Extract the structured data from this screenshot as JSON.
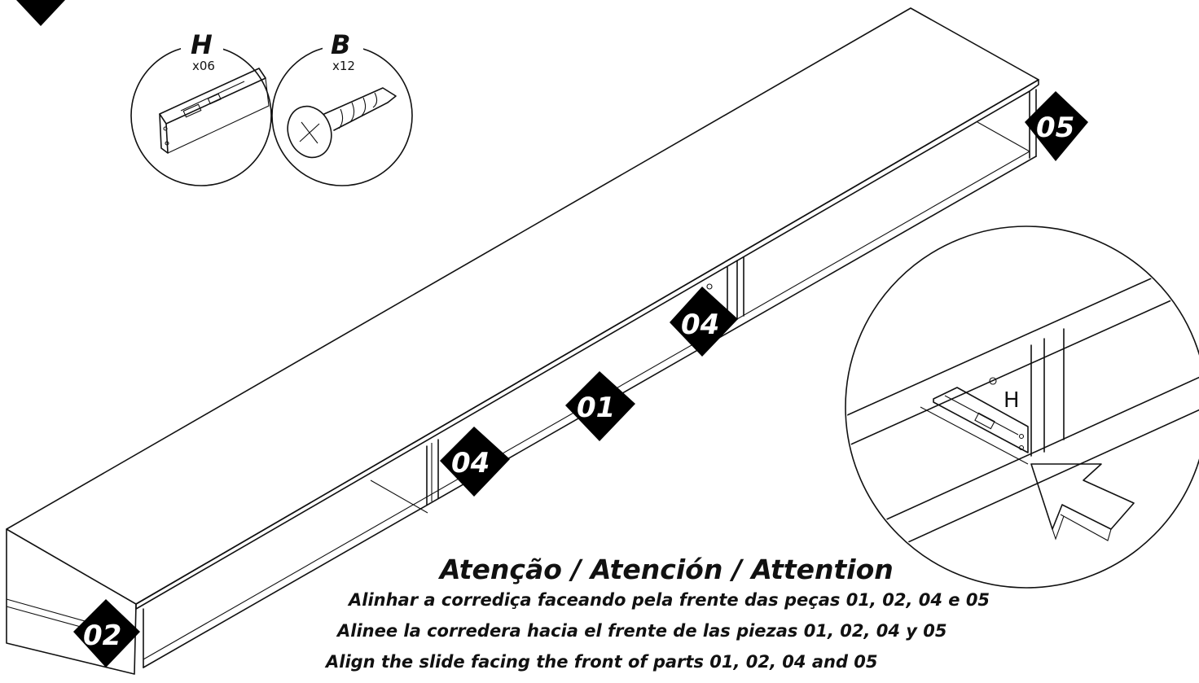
{
  "hardware": [
    {
      "letter": "H",
      "count": "x06",
      "icon": "drawer-slide-icon"
    },
    {
      "letter": "B",
      "count": "x12",
      "icon": "screw-icon"
    }
  ],
  "part_badges": {
    "p05": "05",
    "p04_right": "04",
    "p01": "01",
    "p04_left": "04",
    "p02": "02"
  },
  "detail": {
    "label": "H"
  },
  "note": {
    "title": "Atenção / Atención / Attention",
    "lines": [
      "Alinhar a corrediça faceando pela frente das peças 01, 02, 04 e 05",
      "Alinee la corredera hacia el frente de las piezas 01, 02, 04 y 05",
      "Align the slide facing the front of parts 01, 02, 04 and 05"
    ]
  }
}
